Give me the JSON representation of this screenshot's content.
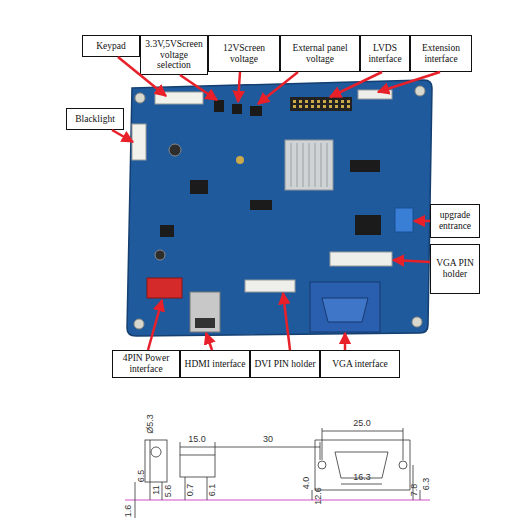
{
  "diagram": {
    "nodes": [
      {
        "text": [
          "Keypad"
        ]
      },
      {
        "text": [
          "3.3V,5VScreen voltage selection"
        ]
      },
      {
        "text": [
          "12VScreen voltage"
        ]
      },
      {
        "text": [
          "External panel voltage"
        ]
      },
      {
        "text": [
          "LVDS interface"
        ]
      },
      {
        "text": [
          "Extension interface"
        ]
      },
      {
        "text": [
          "Blacklight"
        ]
      },
      {
        "text": [
          "upgrade entrance"
        ]
      },
      {
        "text": [
          "VGA PIN holder"
        ]
      },
      {
        "text": [
          "4PIN Power interface"
        ]
      },
      {
        "text": [
          "HDMI interface"
        ]
      },
      {
        "text": [
          "DVI PIN holder"
        ]
      },
      {
        "text": [
          "VGA interface"
        ]
      }
    ],
    "labels": [
      "Ø5.3",
      "15.0",
      "30",
      "25.0",
      "1.6",
      "6.5",
      "11",
      "5.6",
      "0.7",
      "6.1",
      "4.0",
      "12.6",
      "16.3",
      "7.8",
      "6.3"
    ]
  }
}
